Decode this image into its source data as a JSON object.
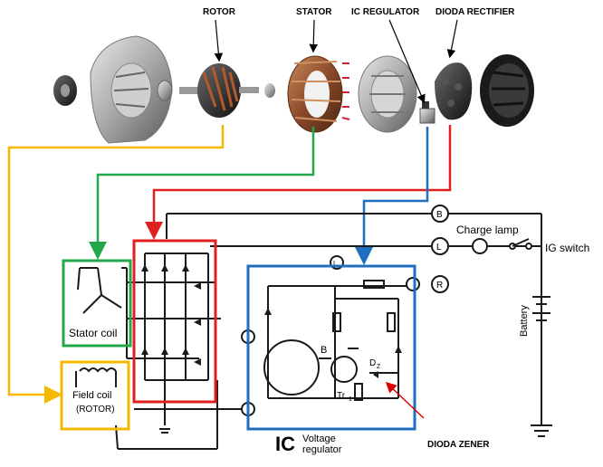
{
  "labels": {
    "rotor": "ROTOR",
    "stator": "STATOR",
    "ic_regulator": "IC REGULATOR",
    "dioda_rectifier": "DIODA RECTIFIER",
    "dioda_zener": "DIODA ZENER"
  },
  "circuit": {
    "stator_coil": "Stator coil",
    "field_coil_line1": "Field coil",
    "field_coil_line2": "(ROTOR)",
    "charge_lamp": "Charge lamp",
    "ig_switch": "IG switch",
    "battery": "Battery",
    "terminal_b": "B",
    "terminal_l": "L",
    "terminal_r": "R",
    "ic_big": "IC",
    "ic_voltage": "Voltage",
    "ic_regulator_word": "regulator",
    "transistor_b": "B",
    "tr1": "Tr",
    "tr1_sub": "1",
    "dz": "D",
    "dz_sub": "Z"
  },
  "colors": {
    "yellow": "#f5b800",
    "green": "#22a84a",
    "red": "#e02020",
    "blue": "#1f6fc0",
    "black": "#1a1a1a"
  }
}
